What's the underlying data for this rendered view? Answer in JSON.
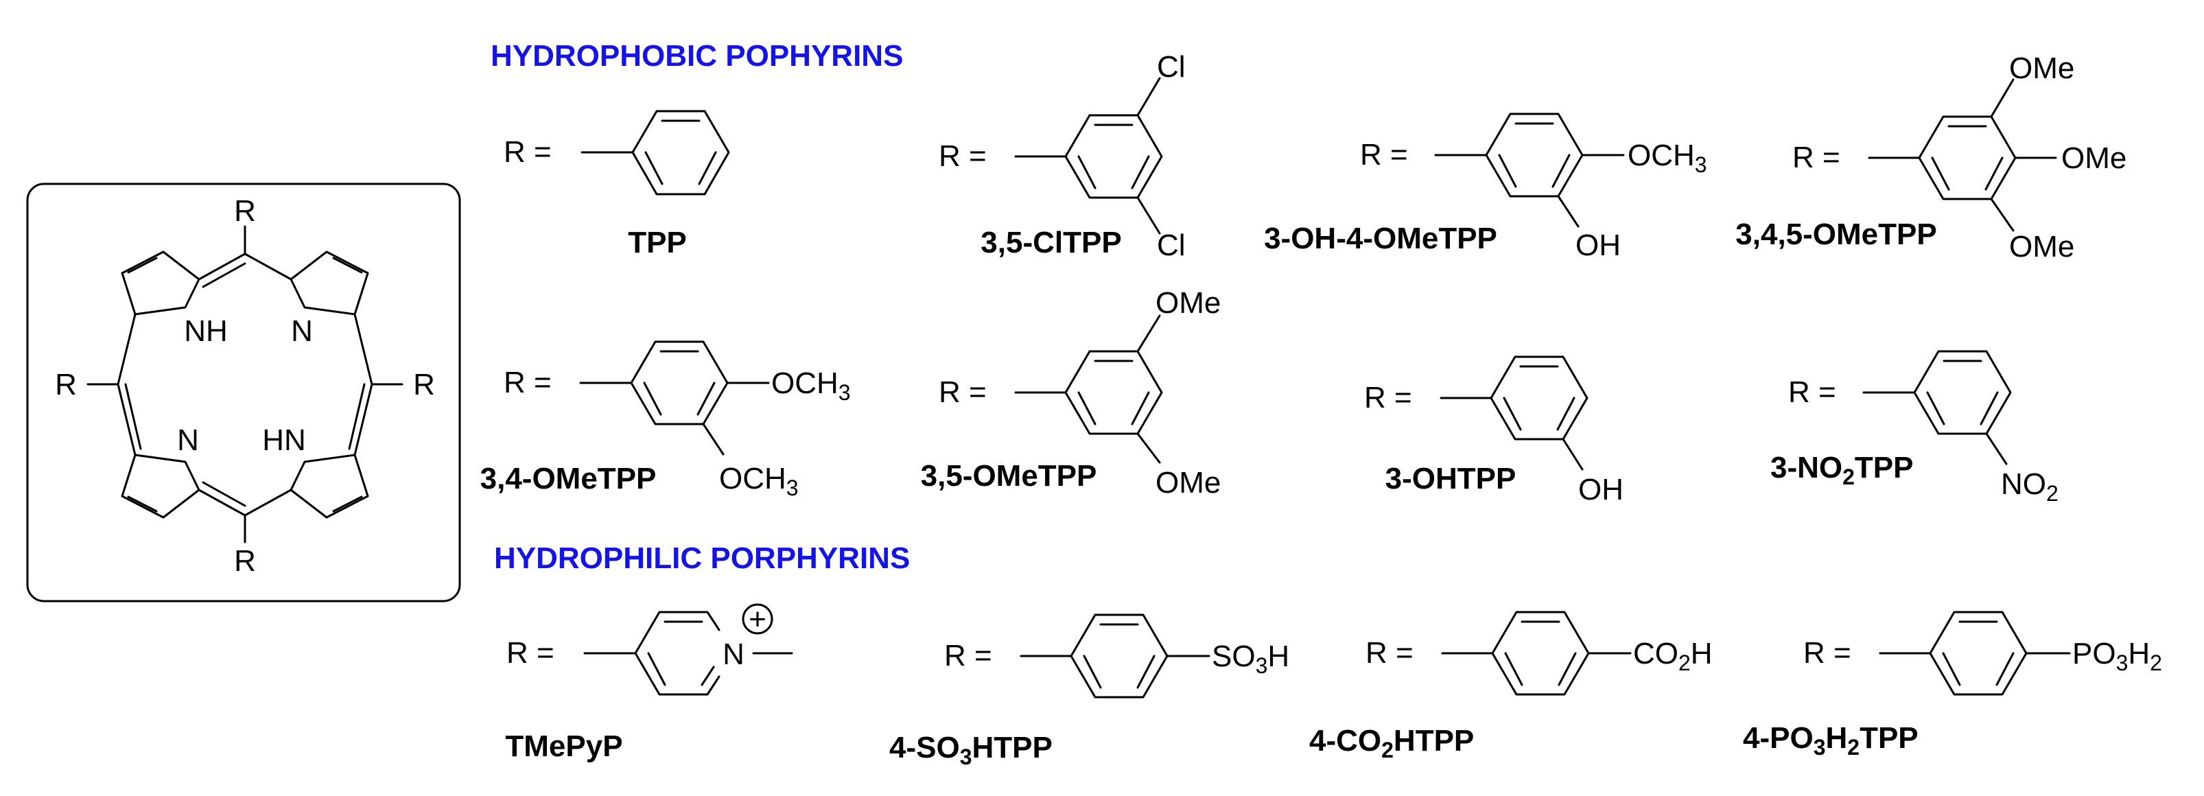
{
  "core": {
    "r_label": "R",
    "nh_label": "NH",
    "hn_label": "HN",
    "n_label": "N"
  },
  "headings": {
    "hydrophobic": "HYDROPHOBIC POPHYRINS",
    "hydrophilic": "HYDROPHILIC PORPHYRINS"
  },
  "r_prefix": "R =",
  "compounds": {
    "tpp": {
      "code": "TPP"
    },
    "clpp": {
      "code": "3,5-ClTPP",
      "sub1": "Cl",
      "sub2": "Cl"
    },
    "ohome": {
      "code": "3-OH-4-OMeTPP",
      "sub1_main": "OCH",
      "sub1_sub": "3",
      "sub2": "OH"
    },
    "tri": {
      "code": "3,4,5-OMeTPP",
      "sub1": "OMe",
      "sub2": "OMe",
      "sub3": "OMe"
    },
    "di34": {
      "code": "3,4-OMeTPP",
      "sub1_main": "OCH",
      "sub1_sub": "3",
      "sub2_main": "OCH",
      "sub2_sub": "3"
    },
    "di35": {
      "code": "3,5-OMeTPP",
      "sub1": "OMe",
      "sub2": "OMe"
    },
    "oh3": {
      "code": "3-OHTPP",
      "sub1": "OH"
    },
    "no2": {
      "code_a": "3-NO",
      "code_sub": "2",
      "code_b": "TPP",
      "sub_main": "NO",
      "sub_sub": "2"
    },
    "tmepyp": {
      "code": "TMePyP",
      "n_label": "N",
      "charge": "+"
    },
    "so3h": {
      "code_a": "4-SO",
      "code_sub": "3",
      "code_b": "HTPP",
      "sub_a": "SO",
      "sub_sub": "3",
      "sub_b": "H"
    },
    "co2h": {
      "code_a": "4-CO",
      "code_sub": "2",
      "code_b": "HTPP",
      "sub_a": "CO",
      "sub_sub": "2",
      "sub_b": "H"
    },
    "po3h2": {
      "code_a": "4-PO",
      "code_sub1": "3",
      "code_mid": "H",
      "code_sub2": "2",
      "code_b": "TPP",
      "sub_a": "PO",
      "sub_sub1": "3",
      "sub_mid": "H",
      "sub_sub2": "2"
    }
  }
}
